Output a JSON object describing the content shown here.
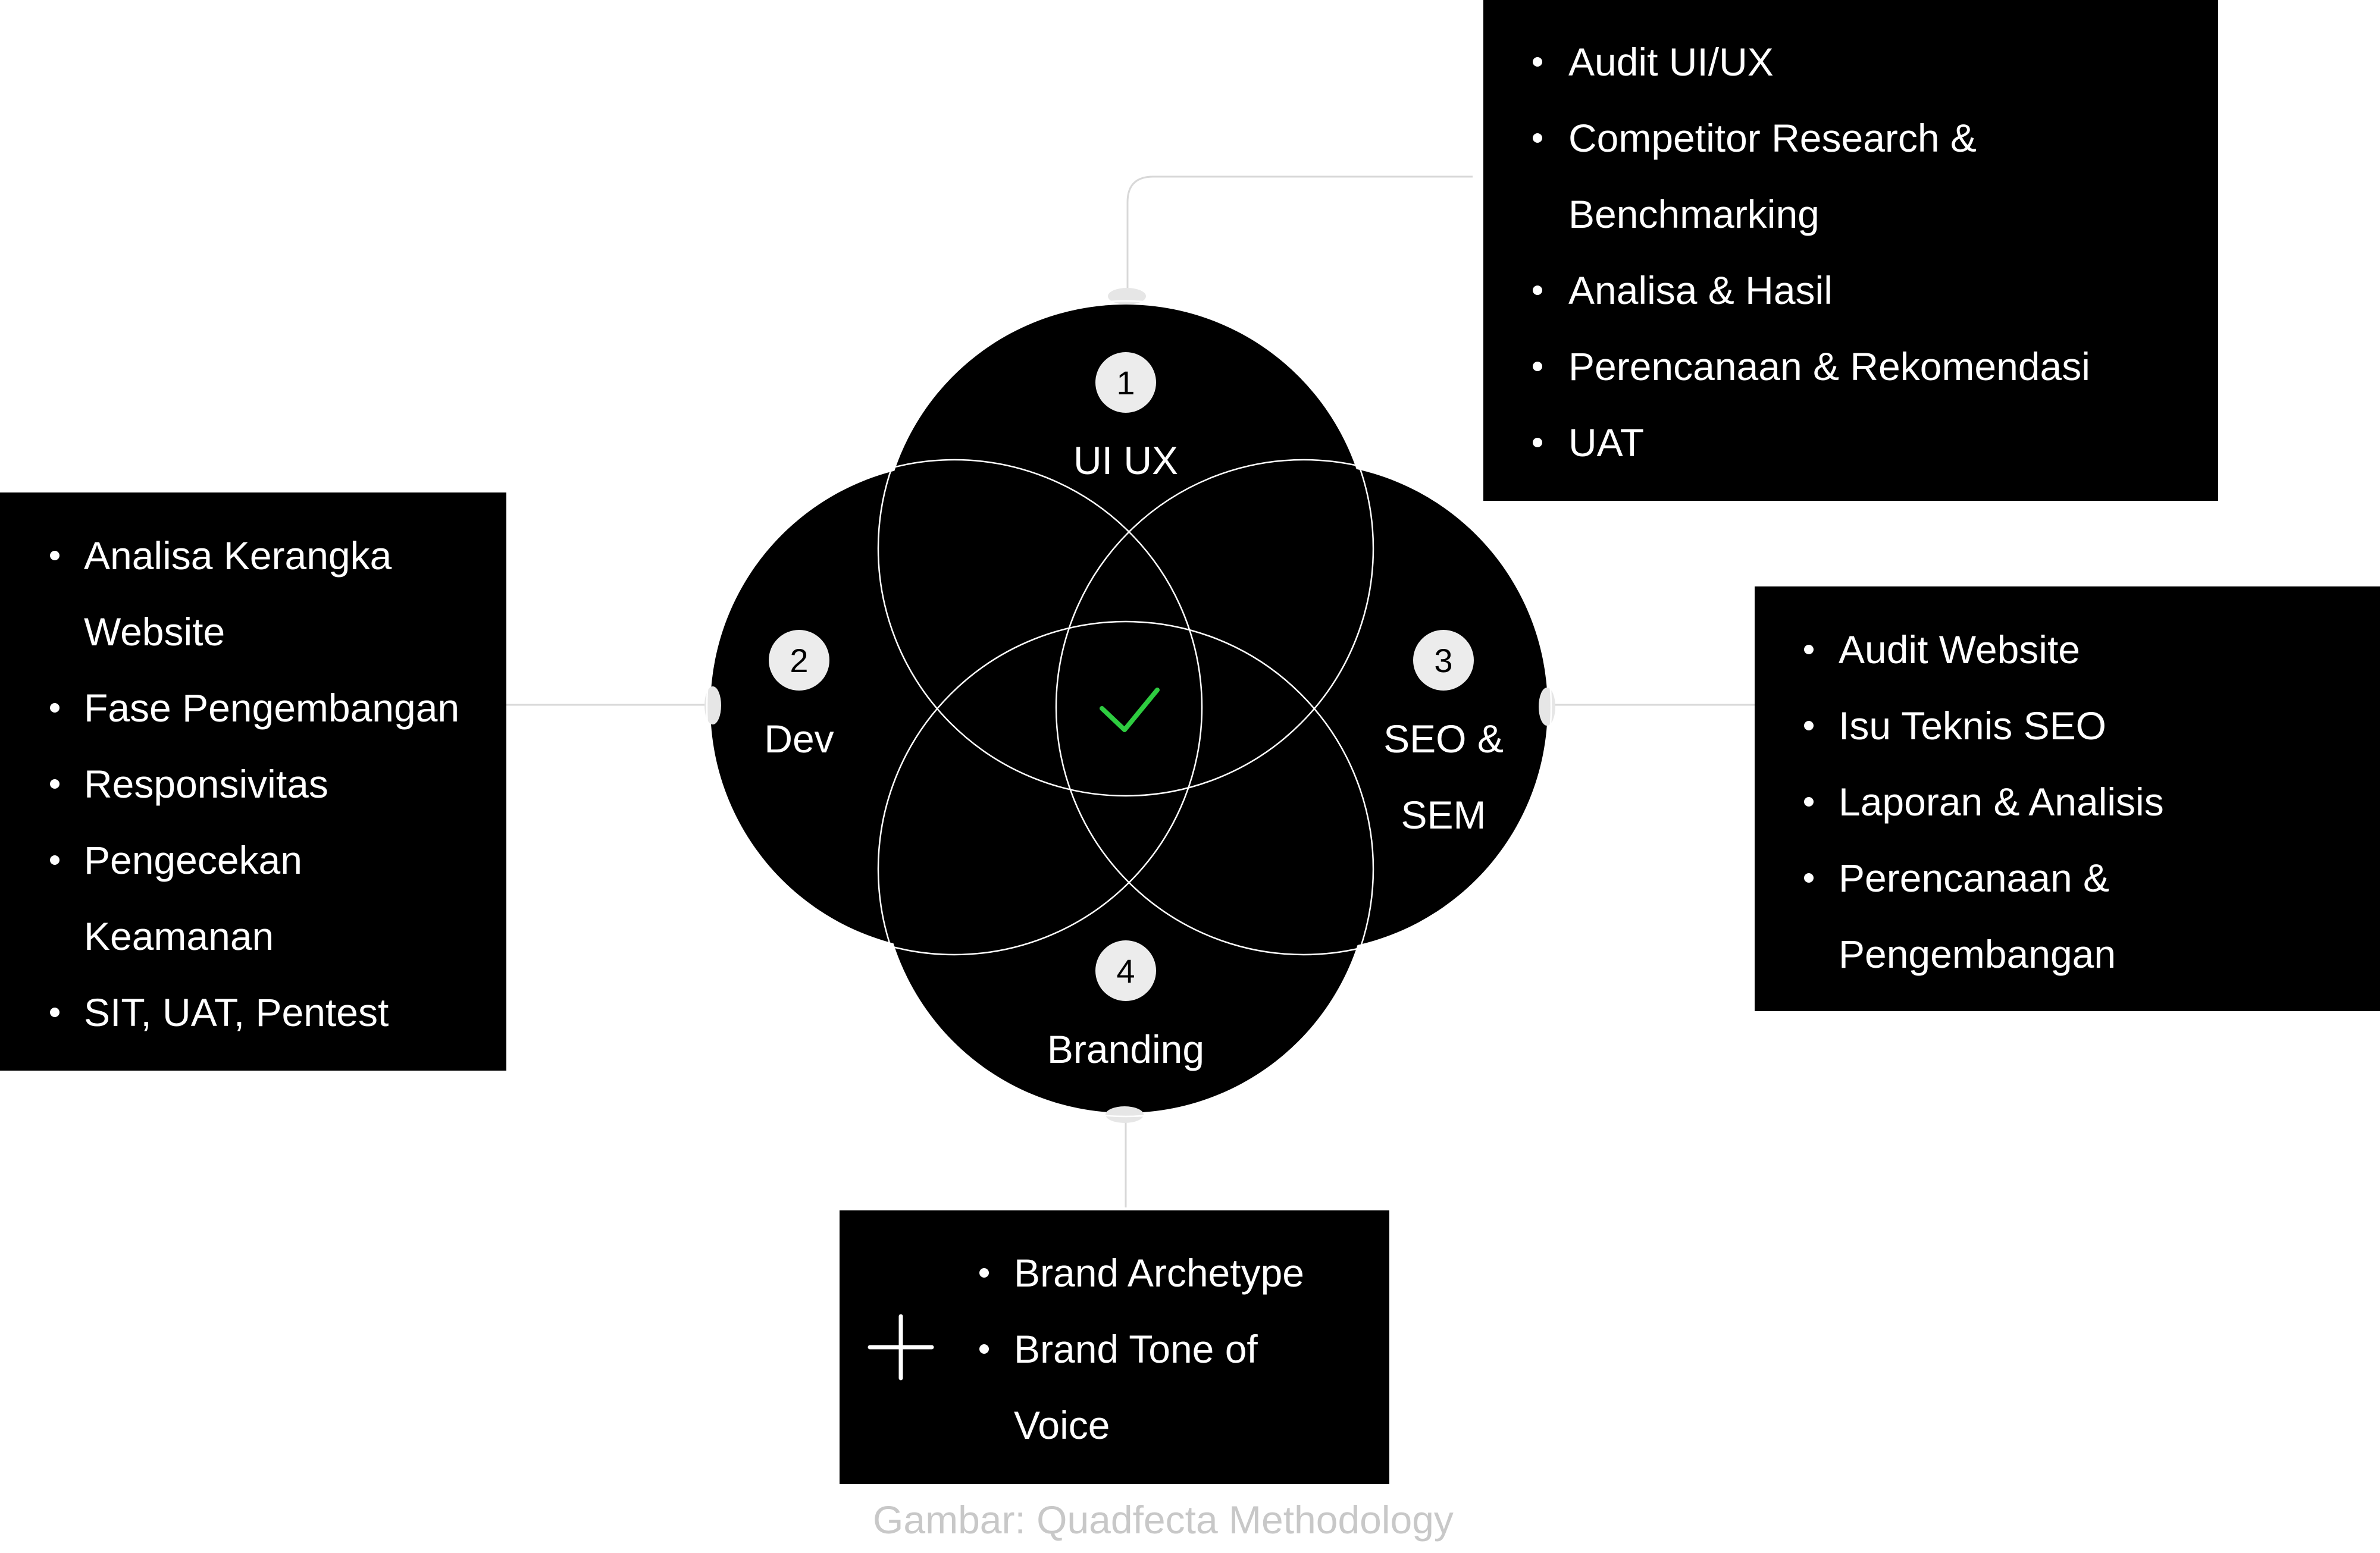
{
  "caption": "Gambar: Quadfecta Methodology",
  "center_icon": "check-icon",
  "colors": {
    "background": "#ffffff",
    "circle_fill": "#000000",
    "text": "#ffffff",
    "check": "#2ecc40",
    "caption": "#c8c8c8"
  },
  "circles": [
    {
      "number": "1",
      "label": "UI UX"
    },
    {
      "number": "2",
      "label": "Dev"
    },
    {
      "number": "3",
      "label_lines": [
        "SEO &",
        "SEM"
      ]
    },
    {
      "number": "4",
      "label": "Branding"
    }
  ],
  "boxes": {
    "uiux": {
      "items": [
        {
          "lines": [
            "Audit UI/UX"
          ]
        },
        {
          "lines": [
            "Competitor Research &",
            "Benchmarking"
          ]
        },
        {
          "lines": [
            "Analisa & Hasil"
          ]
        },
        {
          "lines": [
            "Perencanaan & Rekomendasi"
          ]
        },
        {
          "lines": [
            "UAT"
          ]
        }
      ]
    },
    "dev": {
      "items": [
        {
          "lines": [
            "Analisa Kerangka",
            "Website"
          ]
        },
        {
          "lines": [
            "Fase Pengembangan"
          ]
        },
        {
          "lines": [
            "Responsivitas"
          ]
        },
        {
          "lines": [
            "Pengecekan",
            "Keamanan"
          ]
        },
        {
          "lines": [
            "SIT, UAT, Pentest"
          ]
        }
      ]
    },
    "seo": {
      "items": [
        {
          "lines": [
            "Audit Website"
          ]
        },
        {
          "lines": [
            "Isu Teknis SEO"
          ]
        },
        {
          "lines": [
            "Laporan & Analisis"
          ]
        },
        {
          "lines": [
            "Perencanaan &",
            "Pengembangan"
          ]
        }
      ]
    },
    "branding": {
      "icon": "plus-icon",
      "items": [
        {
          "lines": [
            "Brand Archetype"
          ]
        },
        {
          "lines": [
            "Brand Tone of",
            "Voice"
          ]
        }
      ]
    }
  }
}
